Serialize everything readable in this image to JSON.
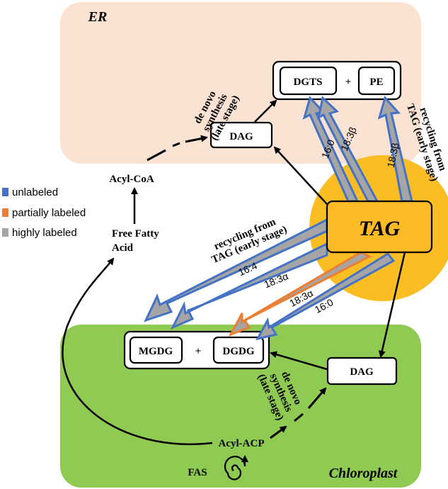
{
  "colors": {
    "er_bg": "#fbe3d4",
    "chloroplast_bg": "#8fcb53",
    "tag_glow": "#fbbd24",
    "tag_box": "#fbba26",
    "unlabeled": "#4472c4",
    "partially_labeled": "#ed7d31",
    "highly_labeled": "#a5a5a5"
  },
  "compartments": {
    "er": "ER",
    "chloroplast": "Chloroplast"
  },
  "nodes": {
    "er_dag": "DAG",
    "dgts": "DGTS",
    "pe": "PE",
    "er_plus": "+",
    "tag": "TAG",
    "mgdg": "MGDG",
    "dgdg": "DGDG",
    "cp_plus": "+",
    "cp_dag": "DAG",
    "acyl_coa": "Acyl-CoA",
    "ffa_line1": "Free Fatty",
    "ffa_line2": "Acid",
    "acyl_acp": "Acyl-ACP",
    "fas": "FAS"
  },
  "annotations": {
    "er_denovo": [
      "de novo",
      "synthesis",
      "(late stage)"
    ],
    "er_recycling": [
      "recycling from",
      "TAG (early stage)"
    ],
    "cp_recycling": [
      "recycling from",
      "TAG (early stage)"
    ],
    "cp_denovo": [
      "de novo",
      "synthesis",
      "(late stage)"
    ]
  },
  "flows": {
    "to_dgts_1": "16:0",
    "to_dgts_2": "18:3β",
    "to_pe": "18:3β",
    "to_mgdg": "16:4",
    "to_dgdg_1": "18:3α",
    "to_dgdg_2": "18:3α",
    "to_dgdg_3": "16:0"
  },
  "legend": [
    {
      "label": "unlabeled",
      "color": "#4472c4"
    },
    {
      "label": "partially labeled",
      "color": "#ed7d31"
    },
    {
      "label": "highly labeled",
      "color": "#a5a5a5"
    }
  ]
}
